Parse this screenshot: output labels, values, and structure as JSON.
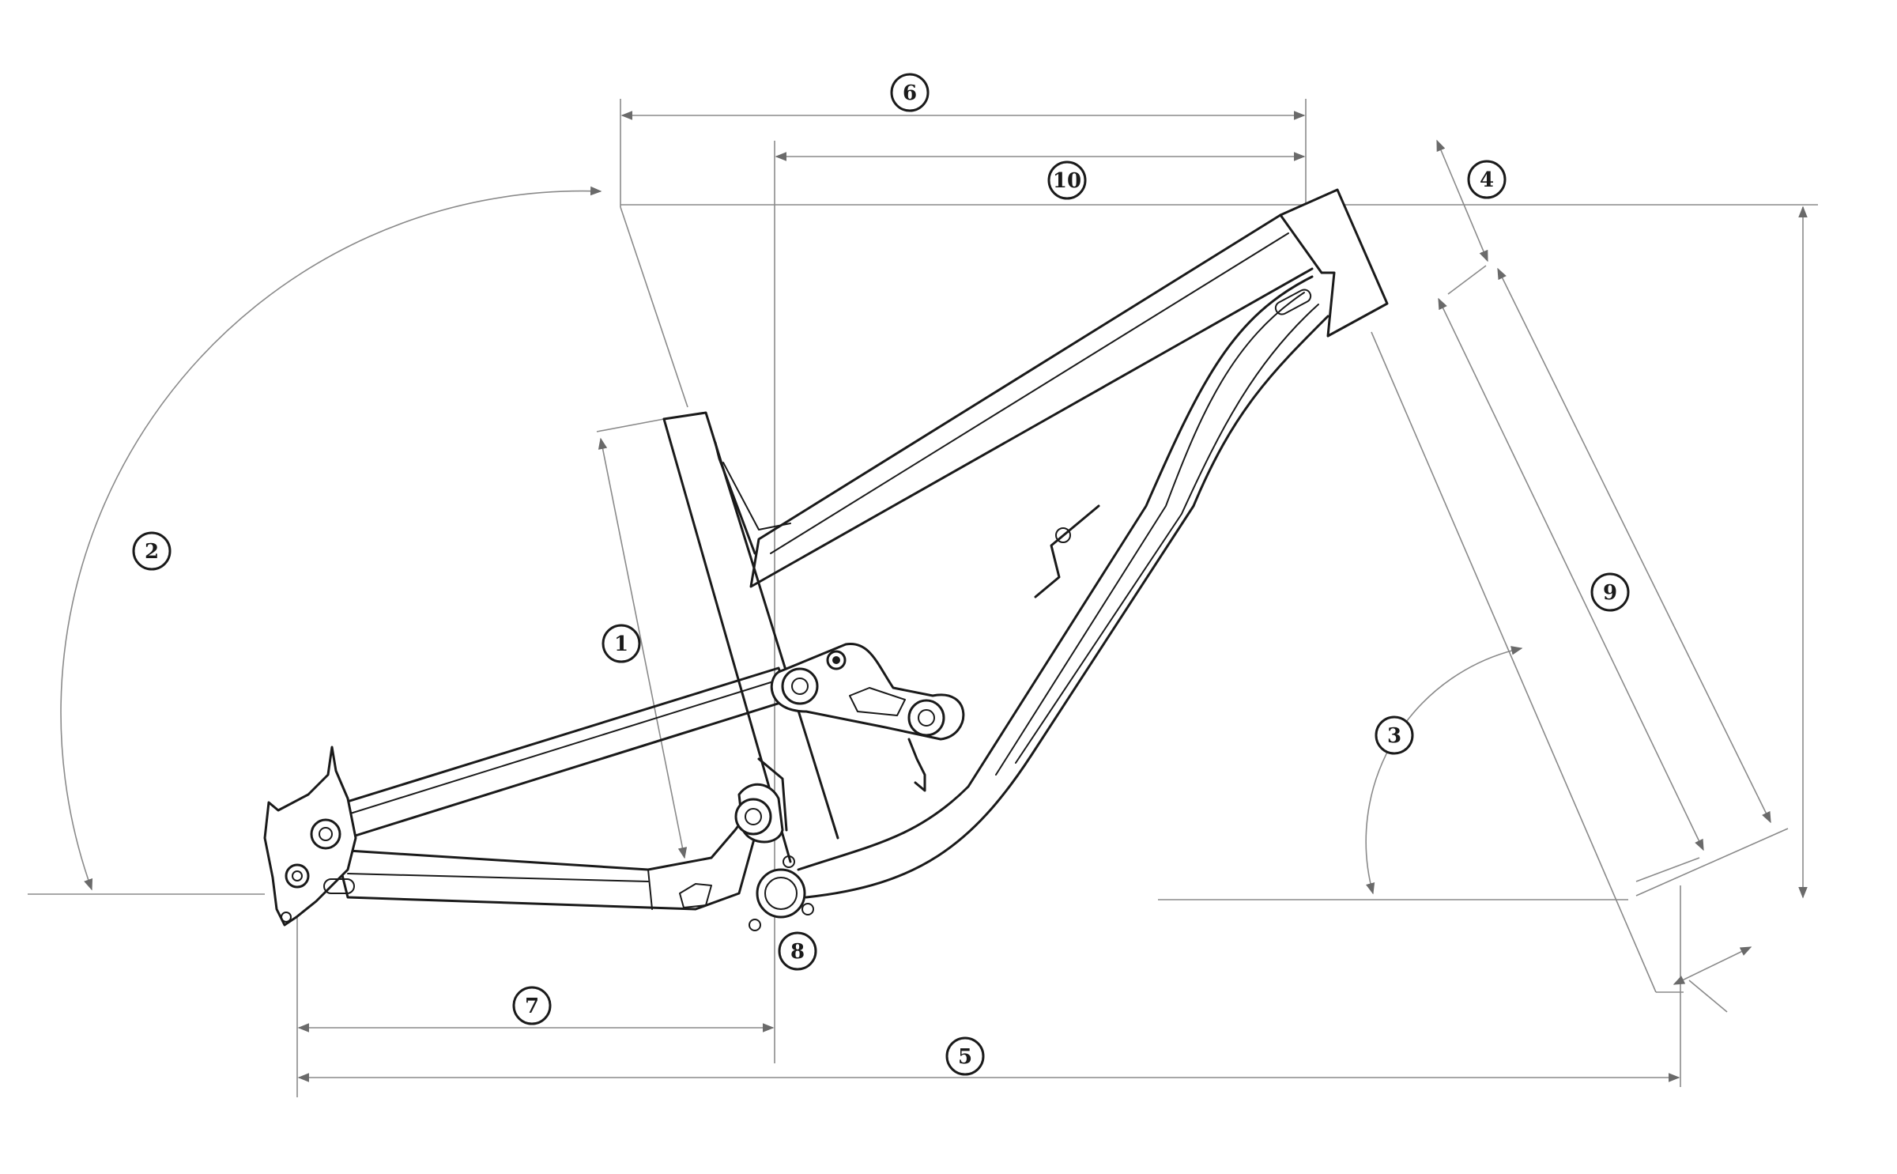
{
  "diagram": {
    "subject": "bicycle frame geometry",
    "colors": {
      "line": "#1a1a1a",
      "dimension": "#8a8a8a",
      "background": "#ffffff"
    },
    "callouts": [
      "1",
      "2",
      "3",
      "4",
      "5",
      "6",
      "7",
      "8",
      "9",
      "10"
    ]
  }
}
